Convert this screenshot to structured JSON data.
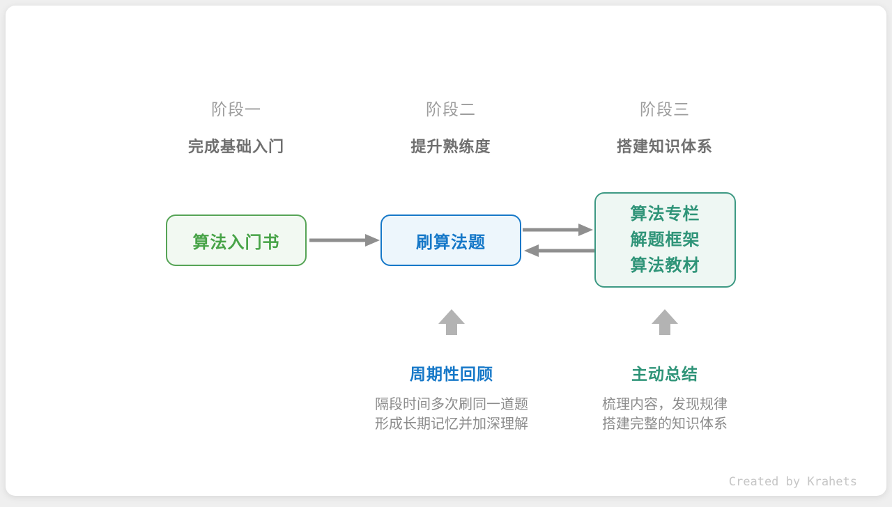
{
  "page": {
    "credit": "Created by Krahets"
  },
  "stages": [
    {
      "label": "阶段一",
      "subtitle": "完成基础入门"
    },
    {
      "label": "阶段二",
      "subtitle": "提升熟练度"
    },
    {
      "label": "阶段三",
      "subtitle": "搭建知识体系"
    }
  ],
  "nodes": {
    "intro_book": {
      "label": "算法入门书"
    },
    "practice": {
      "label": "刷算法题"
    },
    "resources": {
      "lines": [
        "算法专栏",
        "解题框架",
        "算法教材"
      ]
    }
  },
  "annotations": {
    "review": {
      "title": "周期性回顾",
      "desc_line1": "隔段时间多次刷同一道题",
      "desc_line2": "形成长期记忆并加深理解"
    },
    "summarize": {
      "title": "主动总结",
      "desc_line1": "梳理内容，发现规律",
      "desc_line2": "搭建完整的知识体系"
    }
  },
  "colors": {
    "green_border": "#56a456",
    "green_fill": "#f2f9f2",
    "green_text": "#47a347",
    "blue_border": "#1678c8",
    "blue_fill": "#edf6fc",
    "blue_text": "#1678c8",
    "teal_border": "#3d9983",
    "teal_fill": "#eef7f3",
    "teal_text": "#2f9478",
    "flow_arrow": "#8f8f8f",
    "up_arrow": "#b3b3b3",
    "stage_label": "#9d9d9d",
    "stage_subtitle": "#6f6f6f",
    "description": "#8c8c8c",
    "credit": "#c6c6c6"
  }
}
